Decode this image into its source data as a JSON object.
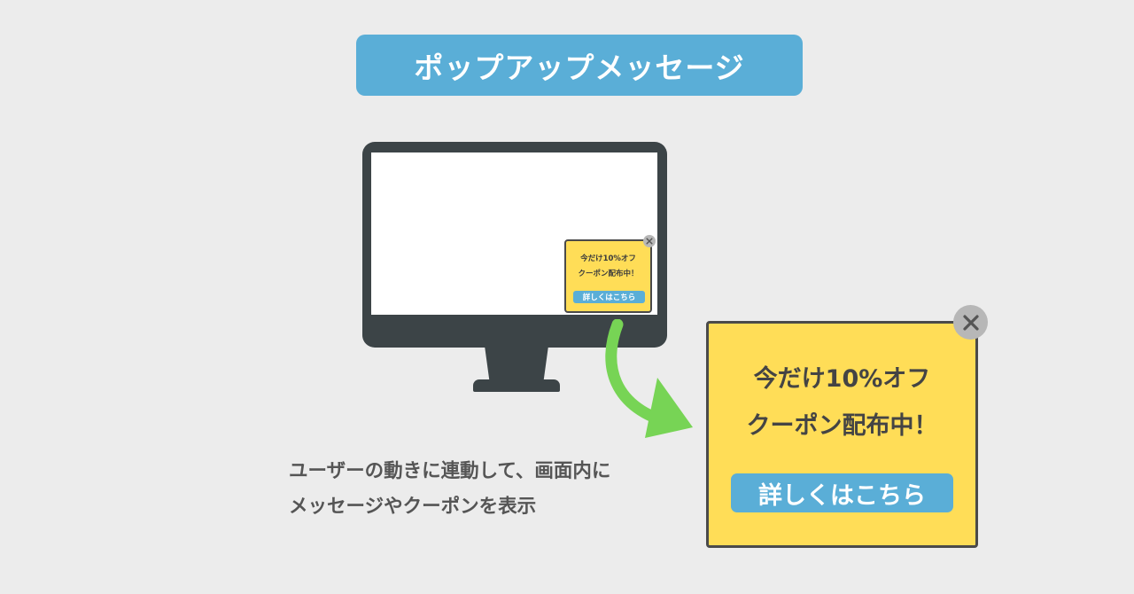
{
  "title": "ポップアップメッセージ",
  "mini_popup": {
    "line1": "今だけ10%オフ",
    "line2": "クーポン配布中！",
    "button_label": "詳しくはこちら"
  },
  "popup": {
    "line1": "今だけ10%オフ",
    "line2": "クーポン配布中！",
    "button_label": "詳しくはこちら",
    "close_icon": "close-icon"
  },
  "caption": {
    "line1": "ユーザーの動きに連動して、画面内に",
    "line2": "メッセージやクーポンを表示"
  },
  "colors": {
    "background": "#ececec",
    "accent_blue": "#5aaed7",
    "popup_yellow": "#ffdd57",
    "monitor_dark": "#3c4447",
    "arrow_green": "#77d455",
    "close_gray": "#b7b7b7"
  }
}
